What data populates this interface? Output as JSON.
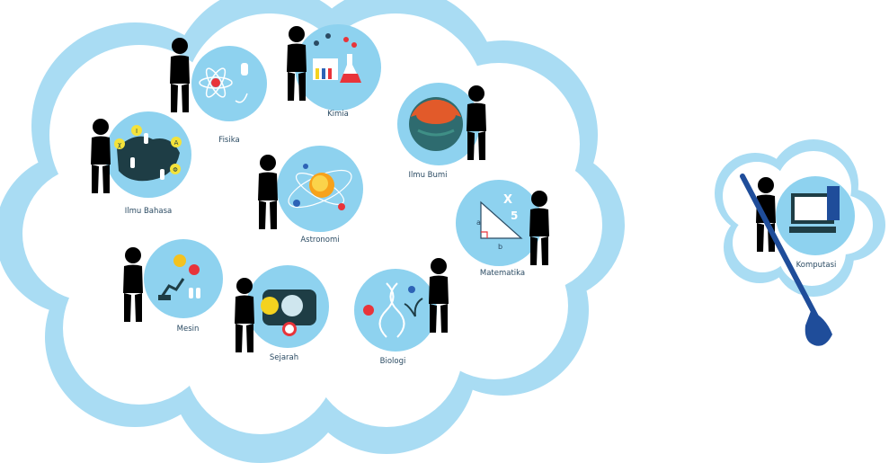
{
  "colors": {
    "cloud_outer": "#a9dcf3",
    "cloud_inner": "#ffffff",
    "circle": "#8ed2ef",
    "label": "#2b4b63",
    "paddle": "#1f4d9a"
  },
  "topics": [
    {
      "key": "fisika",
      "label": "Fisika",
      "icon": "atom-icon"
    },
    {
      "key": "kimia",
      "label": "Kimia",
      "icon": "flask-icon"
    },
    {
      "key": "ilmu_bumi",
      "label": "Ilmu Bumi",
      "icon": "earth-icon"
    },
    {
      "key": "ilmu_bahasa",
      "label": "Ilmu Bahasa",
      "icon": "language-map-icon"
    },
    {
      "key": "astronomi",
      "label": "Astronomi",
      "icon": "solar-system-icon"
    },
    {
      "key": "matematika",
      "label": "Matematika",
      "icon": "triangle-icon"
    },
    {
      "key": "mesin",
      "label": "Mesin",
      "icon": "gears-icon"
    },
    {
      "key": "sejarah",
      "label": "Sejarah",
      "icon": "history-icon"
    },
    {
      "key": "biologi",
      "label": "Biologi",
      "icon": "dna-icon"
    },
    {
      "key": "komputasi",
      "label": "Komputasi",
      "icon": "computer-icon"
    }
  ],
  "icon_text": {
    "math_x": "X",
    "math_5": "5",
    "math_a": "a",
    "math_b": "b",
    "bahasa_x": "χ",
    "bahasa_i": "I",
    "bahasa_a": "A",
    "bahasa_phi": "Φ"
  }
}
